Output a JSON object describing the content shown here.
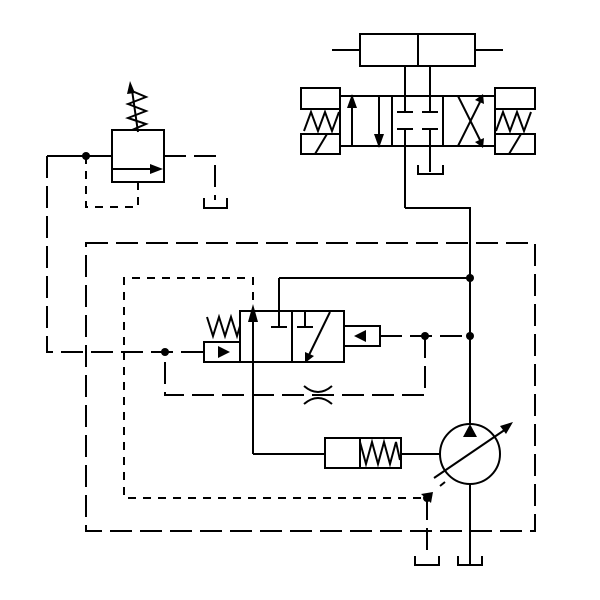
{
  "diagram": {
    "type": "hydraulic-schematic",
    "components": [
      "double-acting-cylinder",
      "4-3-directional-valve-solenoid-spring-centered",
      "pressure-relief-valve",
      "pressure-compensator-pilot-valve",
      "orifice",
      "compensator-cylinder",
      "variable-displacement-pump",
      "tank"
    ],
    "colors": {
      "line": "#000000",
      "background": "#ffffff"
    }
  }
}
